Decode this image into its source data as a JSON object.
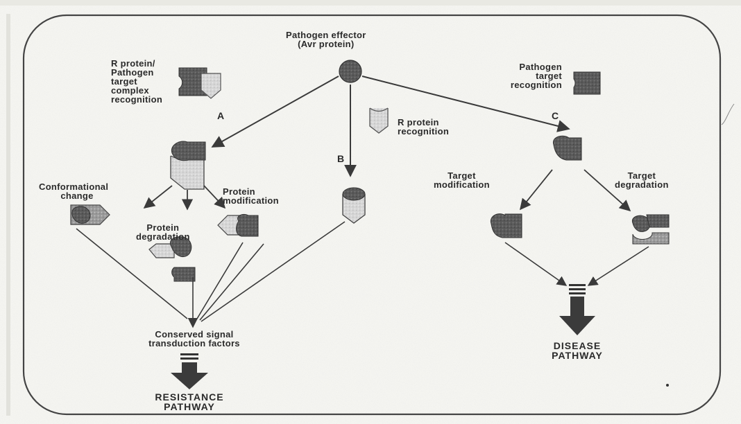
{
  "colors": {
    "ink": "#2a2a2a",
    "shape_dark": "#4f4f4f",
    "shape_mid": "#8c8c8c",
    "shape_light": "#cdcdcd",
    "paper": "#f6f6f2"
  },
  "effector": {
    "line1": "Pathogen effector",
    "line2": "(Avr protein)"
  },
  "branches": {
    "a": "A",
    "b": "B",
    "c": "C"
  },
  "complex_recognition": {
    "line1": "R protein/",
    "line2": "Pathogen",
    "line3": "target",
    "line4": "complex",
    "line5": "recognition"
  },
  "r_protein_recognition": {
    "line1": "R protein",
    "line2": "recognition"
  },
  "target_recognition": {
    "line1": "Pathogen",
    "line2": "target",
    "line3": "recognition"
  },
  "conformational_change": {
    "line1": "Conformational",
    "line2": "change"
  },
  "protein_modification": {
    "line1": "Protein",
    "line2": "modification"
  },
  "protein_degradation": {
    "line1": "Protein",
    "line2": "degradation"
  },
  "target_modification": {
    "line1": "Target",
    "line2": "modification"
  },
  "target_degradation": {
    "line1": "Target",
    "line2": "degradation"
  },
  "signal_factors": {
    "line1": "Conserved signal",
    "line2": "transduction factors"
  },
  "resistance": {
    "line1": "RESISTANCE",
    "line2": "PATHWAY"
  },
  "disease": {
    "line1": "DISEASE",
    "line2": "PATHWAY"
  },
  "icons": [
    "avr-effector-icon",
    "r-protein-icon",
    "pathogen-target-icon",
    "complex-icon",
    "arrow-icon"
  ]
}
